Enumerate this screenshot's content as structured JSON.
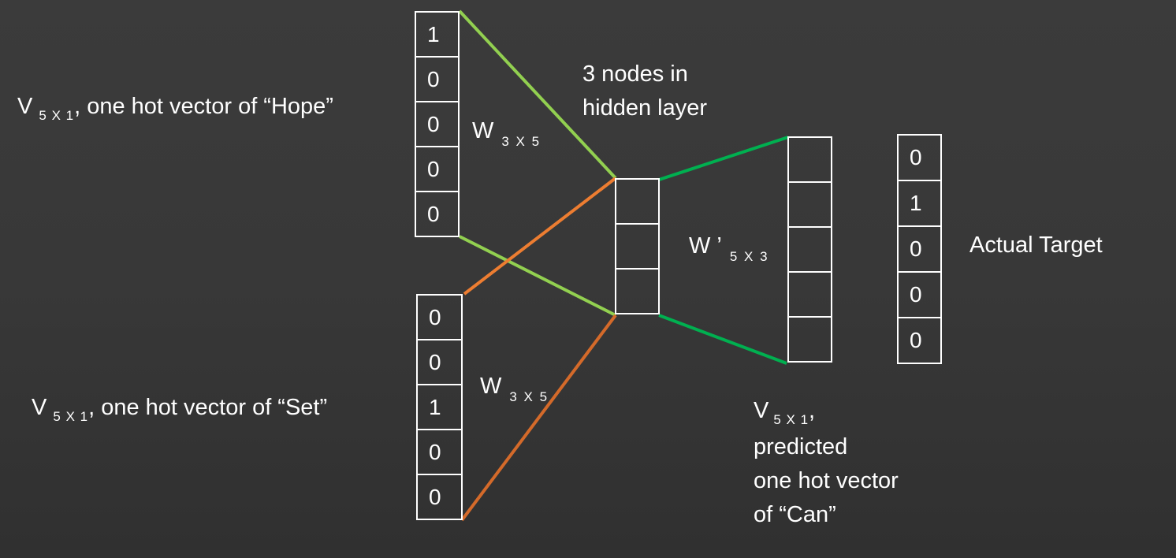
{
  "input_hope": {
    "symbol": "V",
    "subscript": "5 X 1",
    "description": ", one hot vector of “Hope”",
    "cells": [
      "1",
      "0",
      "0",
      "0",
      "0"
    ]
  },
  "input_set": {
    "symbol": "V",
    "subscript": "5 X 1",
    "description": ", one hot vector of “Set”",
    "cells": [
      "0",
      "0",
      "1",
      "0",
      "0"
    ]
  },
  "weight_top": {
    "symbol": "W",
    "subscript": "3 X 5"
  },
  "weight_bottom": {
    "symbol": "W",
    "subscript": "3 X 5"
  },
  "weight_out": {
    "symbol": "W ’",
    "subscript": "5 X 3"
  },
  "hidden": {
    "label_line1": "3 nodes in",
    "label_line2": "hidden layer",
    "cells": [
      "",
      "",
      ""
    ]
  },
  "output": {
    "symbol": "V",
    "subscript": "5 X 1",
    "suffix": ",",
    "line2": "predicted",
    "line3": "one hot vector",
    "line4": "of “Can”",
    "cells": [
      "",
      "",
      "",
      "",
      ""
    ]
  },
  "target": {
    "label": "Actual Target",
    "cells": [
      "0",
      "1",
      "0",
      "0",
      "0"
    ]
  },
  "colors": {
    "background": "#383838",
    "input_hope_lines": "#92d050",
    "input_set_lines": "#ed7d31",
    "output_lines": "#00b050",
    "text": "#ffffff"
  }
}
